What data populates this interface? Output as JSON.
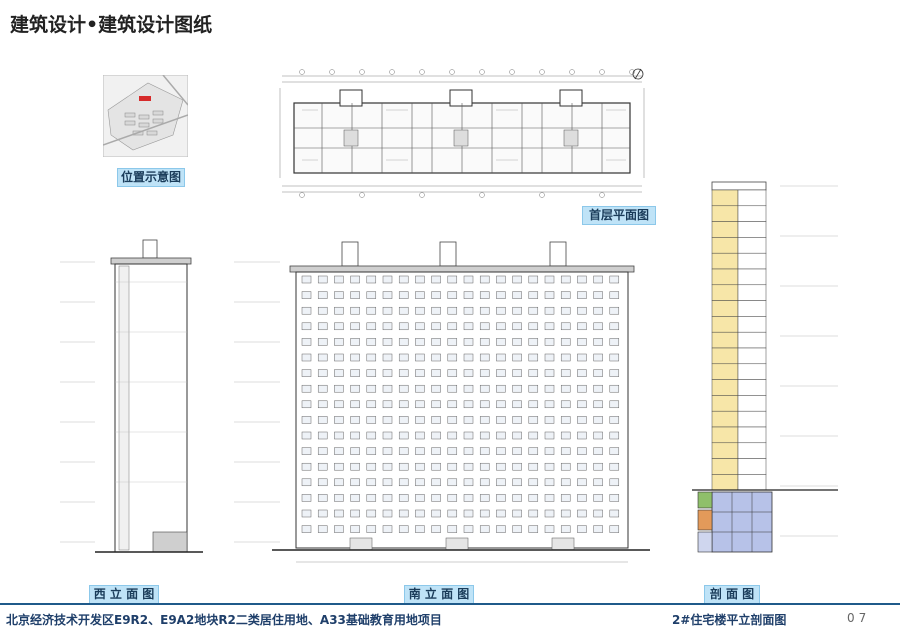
{
  "page": {
    "title": "建筑设计•建筑设计图纸",
    "labels": {
      "location": "位置示意图",
      "ground_floor_plan": "首层平面图",
      "west_elevation": "西 立 面 图",
      "south_elevation": "南 立 面 图",
      "section": "剖 面 图"
    },
    "footer": {
      "project": "北京经济技术开发区E9R2、E9A2地块R2二类居住用地、A33基础教育用地项目",
      "drawing": "2#住宅楼平立剖面图",
      "page_number": "07"
    }
  },
  "colors": {
    "label_bg": "#bfe3f7",
    "footer_rule": "#1f5a8a",
    "section_residential": "#f7e6a8",
    "section_basement": "#b7c2e8",
    "section_green": "#8fbf6a",
    "section_orange": "#e39a5a",
    "site_highlight": "#d62a2a"
  }
}
